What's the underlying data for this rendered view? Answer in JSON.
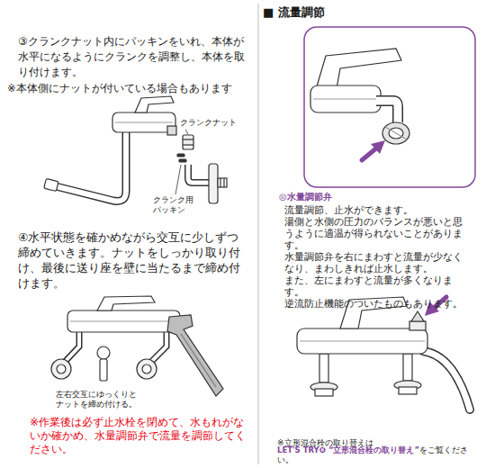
{
  "diagram": {
    "labels": [
      "③クランクナット内にパッキンをいれ、本体が水平になるようにクランクを調整し、本体を取り付けます。",
      "※本体側にナットが付いている場合もあります",
      "クランクナット",
      "クランク用パッキン",
      "④水平状態を確かめながら交互に少しずつ締めていきます。ナットをしっかり取り付け、最後に送り座を壁に当たるまで締め付けます。",
      "左右交互にゆっくりと ナットを締め付ける。",
      "※作業後は必ず止水栓を閉めて、水もれがないか確かめ、水量調節弁で流量を調節してください。",
      "■ 流量調節",
      "◎水量調節弁",
      "流量調節、止水ができます。",
      "湯側と水側の圧力のバランスが悪いと思うように適温が得られないことがあります。",
      "水量調節弁を右にまわすと流量が少なくなり、まわしきれば止水します。",
      "また、左にまわすと流量が多くなります。",
      "逆流防止機能のついたものもあります。",
      "※立形混合栓の取り替えは",
      "LET'S TRY❻ “立形混合栓の取り替え”",
      "をご覧ください。"
    ]
  }
}
